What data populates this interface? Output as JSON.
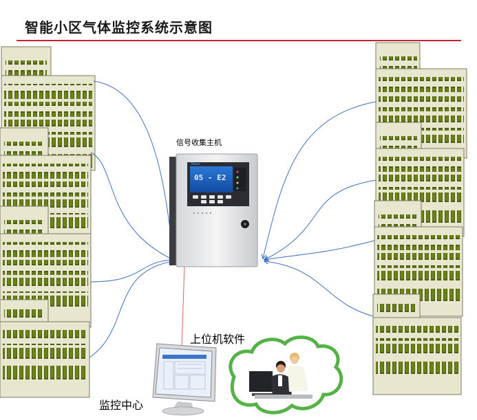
{
  "title": "智能小区气体监控系统示意图",
  "labels": {
    "host": "信号收集主机",
    "software": "上位机软件",
    "center": "监控中心"
  },
  "colors": {
    "title_rule": "#c0262d",
    "building_wall": "#e9e6cf",
    "window_green": "#4a5f0f",
    "connection_blue": "#3d6fc0",
    "host_cable": "#e06060",
    "cloud_outline": "#54b247"
  },
  "host_display": {
    "brand": "Rexo",
    "readout": "05 - E2"
  },
  "left_building_count": 4,
  "right_building_count": 4
}
